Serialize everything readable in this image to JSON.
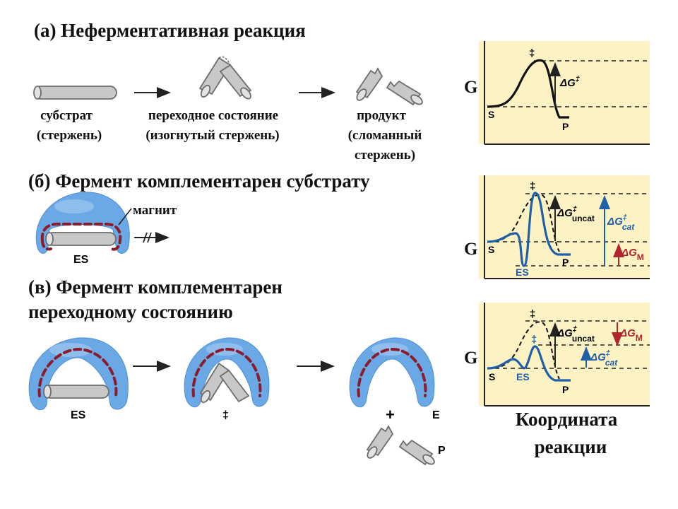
{
  "section_a": {
    "title": "(а) Неферментативная реакция",
    "label_substrate_1": "субстрат",
    "label_substrate_2": "(стержень)",
    "label_transition_1": "переходное состояние",
    "label_transition_2": "(изогнутый стержень)",
    "label_product_1": "продукт",
    "label_product_2": "(сломанный",
    "label_product_3": "стержень)"
  },
  "section_b": {
    "title": "(б) Фермент комплементарен субстрату",
    "magnet_label": "магнит",
    "es_label": "ES"
  },
  "section_c": {
    "title_1": "(в) Фермент комплементарен",
    "title_2": "переходному состоянию",
    "es_label": "ES",
    "ts_label": "‡",
    "plus": "+",
    "e_label": "E",
    "p_label": "P"
  },
  "graphs": {
    "g_label": "G",
    "s": "S",
    "p": "P",
    "es": "ES",
    "ddagger": "‡",
    "dG_sym": "ΔG",
    "ddag_sup": "‡",
    "uncat": "uncat",
    "cat": "cat",
    "M": "M",
    "xlabel_1": "Координата",
    "xlabel_2": "реакции"
  },
  "colors": {
    "panel": "#fdf2c3",
    "enzyme": "#6aa8e6",
    "magnet": "#8b1c2b",
    "catalyzed_curve": "#1f5fa8",
    "delta_gm": "#b0262f"
  }
}
